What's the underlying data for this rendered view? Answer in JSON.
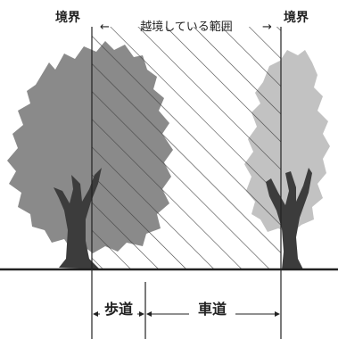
{
  "labels": {
    "boundary_left": "境界",
    "boundary_right": "境界",
    "encroach_range": "越境している範囲",
    "arrow_left": "←",
    "arrow_right": "→",
    "sidewalk": "歩道",
    "roadway": "車道"
  },
  "colors": {
    "tree_left_canopy": "#8a8a8a",
    "tree_right_canopy": "#c2c2c2",
    "trunk": "#3c3c3c",
    "hatch": "#444444",
    "ground": "#222222"
  }
}
